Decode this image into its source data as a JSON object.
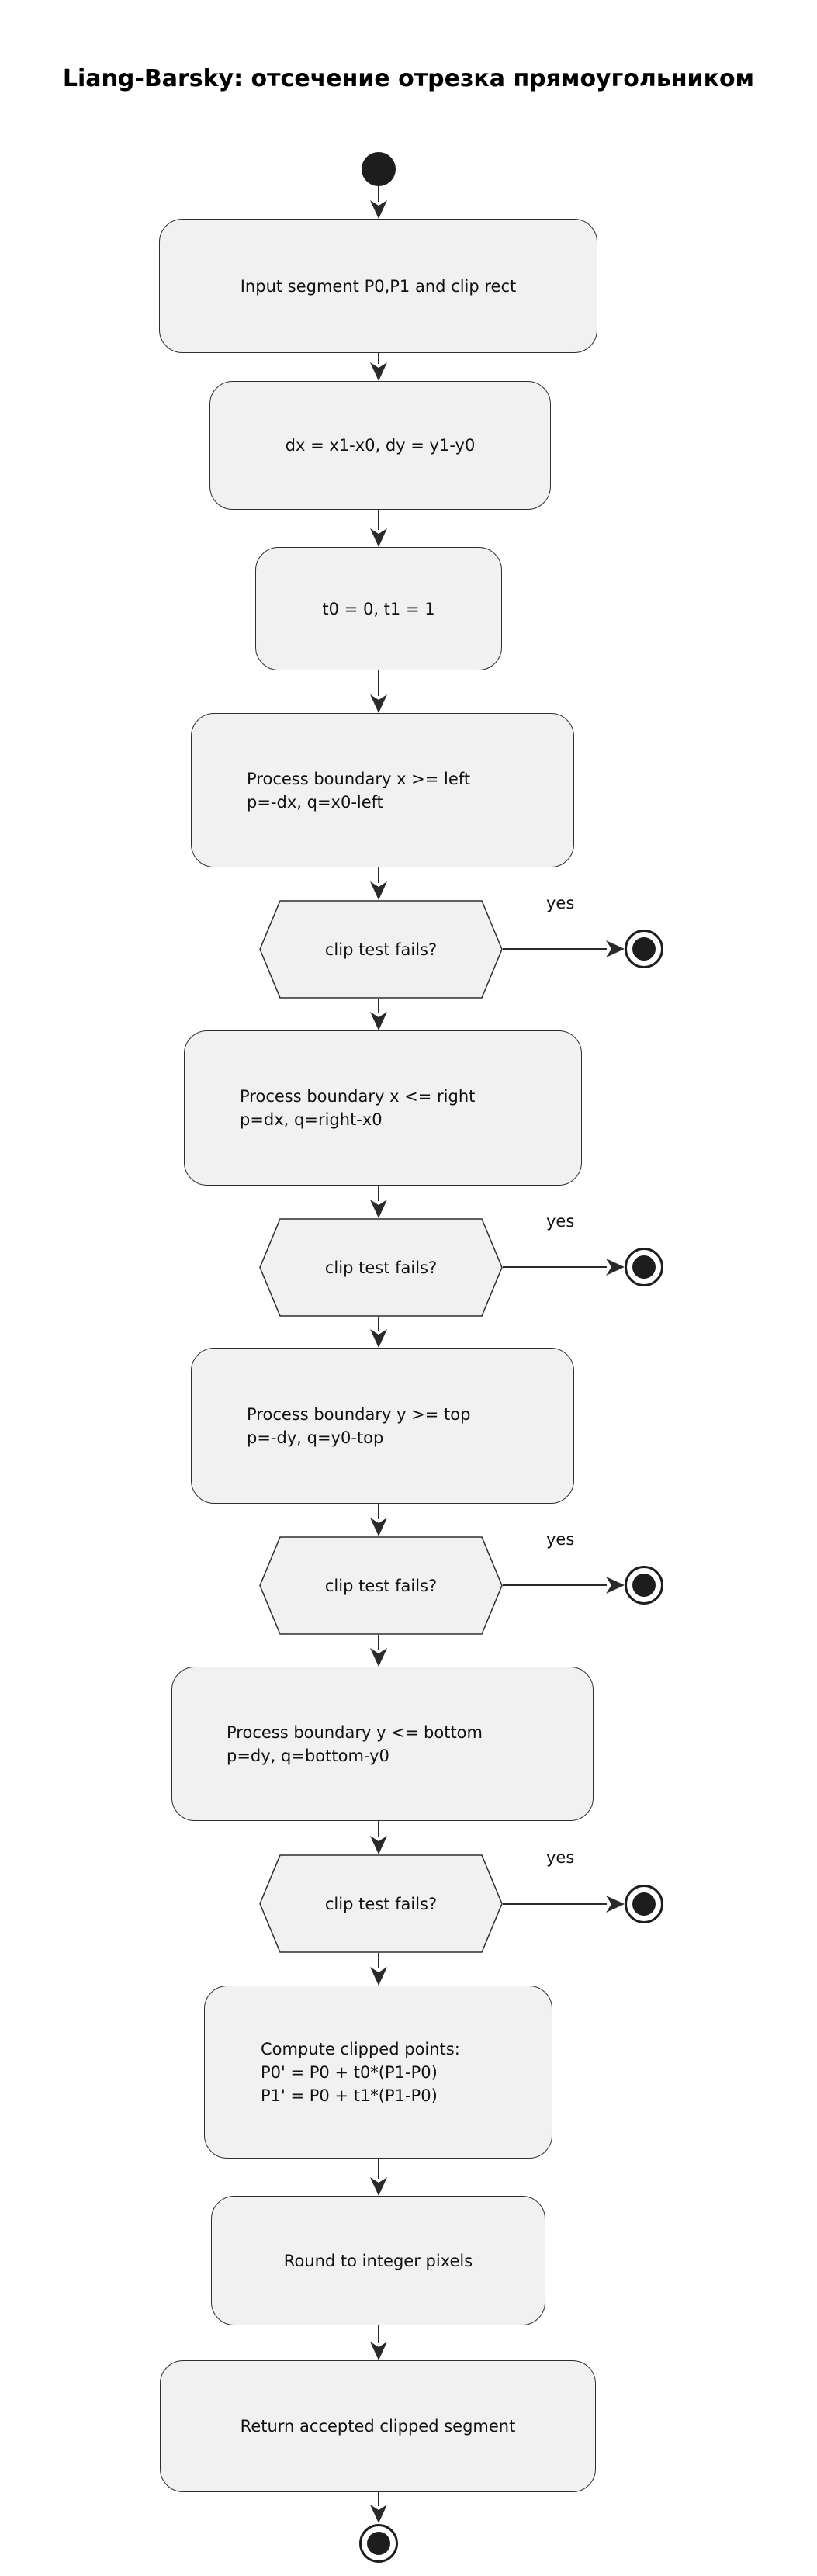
{
  "flow": {
    "title": "Liang-Barsky: отсечение отрезка прямоугольником",
    "nodes": {
      "input": {
        "line1": "Input segment P0,P1 and clip rect"
      },
      "deltas": {
        "line1": "dx = x1-x0, dy = y1-y0"
      },
      "tinit": {
        "line1": "t0 = 0, t1 = 1"
      },
      "left": {
        "line1": "Process boundary x >= left",
        "line2": "p=-dx, q=x0-left"
      },
      "dec1": {
        "label": "clip test fails?",
        "branch": "yes"
      },
      "right": {
        "line1": "Process boundary x <= right",
        "line2": "p=dx, q=right-x0"
      },
      "dec2": {
        "label": "clip test fails?",
        "branch": "yes"
      },
      "top": {
        "line1": "Process boundary y >= top",
        "line2": "p=-dy, q=y0-top"
      },
      "dec3": {
        "label": "clip test fails?",
        "branch": "yes"
      },
      "bottom": {
        "line1": "Process boundary y <= bottom",
        "line2": "p=dy, q=bottom-y0"
      },
      "dec4": {
        "label": "clip test fails?",
        "branch": "yes"
      },
      "compute": {
        "line1": "Compute clipped points:",
        "line2": "P0' = P0 + t0*(P1-P0)",
        "line3": "P1' = P0 + t1*(P1-P0)"
      },
      "round": {
        "line1": "Round to integer pixels"
      },
      "return": {
        "line1": "Return accepted clipped segment"
      }
    },
    "colors": {
      "node_fill": "#f1f1f1",
      "node_border": "#2e2e2e",
      "edge": "#2a2a2a",
      "terminal_fill": "#1d1d1d",
      "text": "#111111",
      "background": "#ffffff"
    }
  }
}
